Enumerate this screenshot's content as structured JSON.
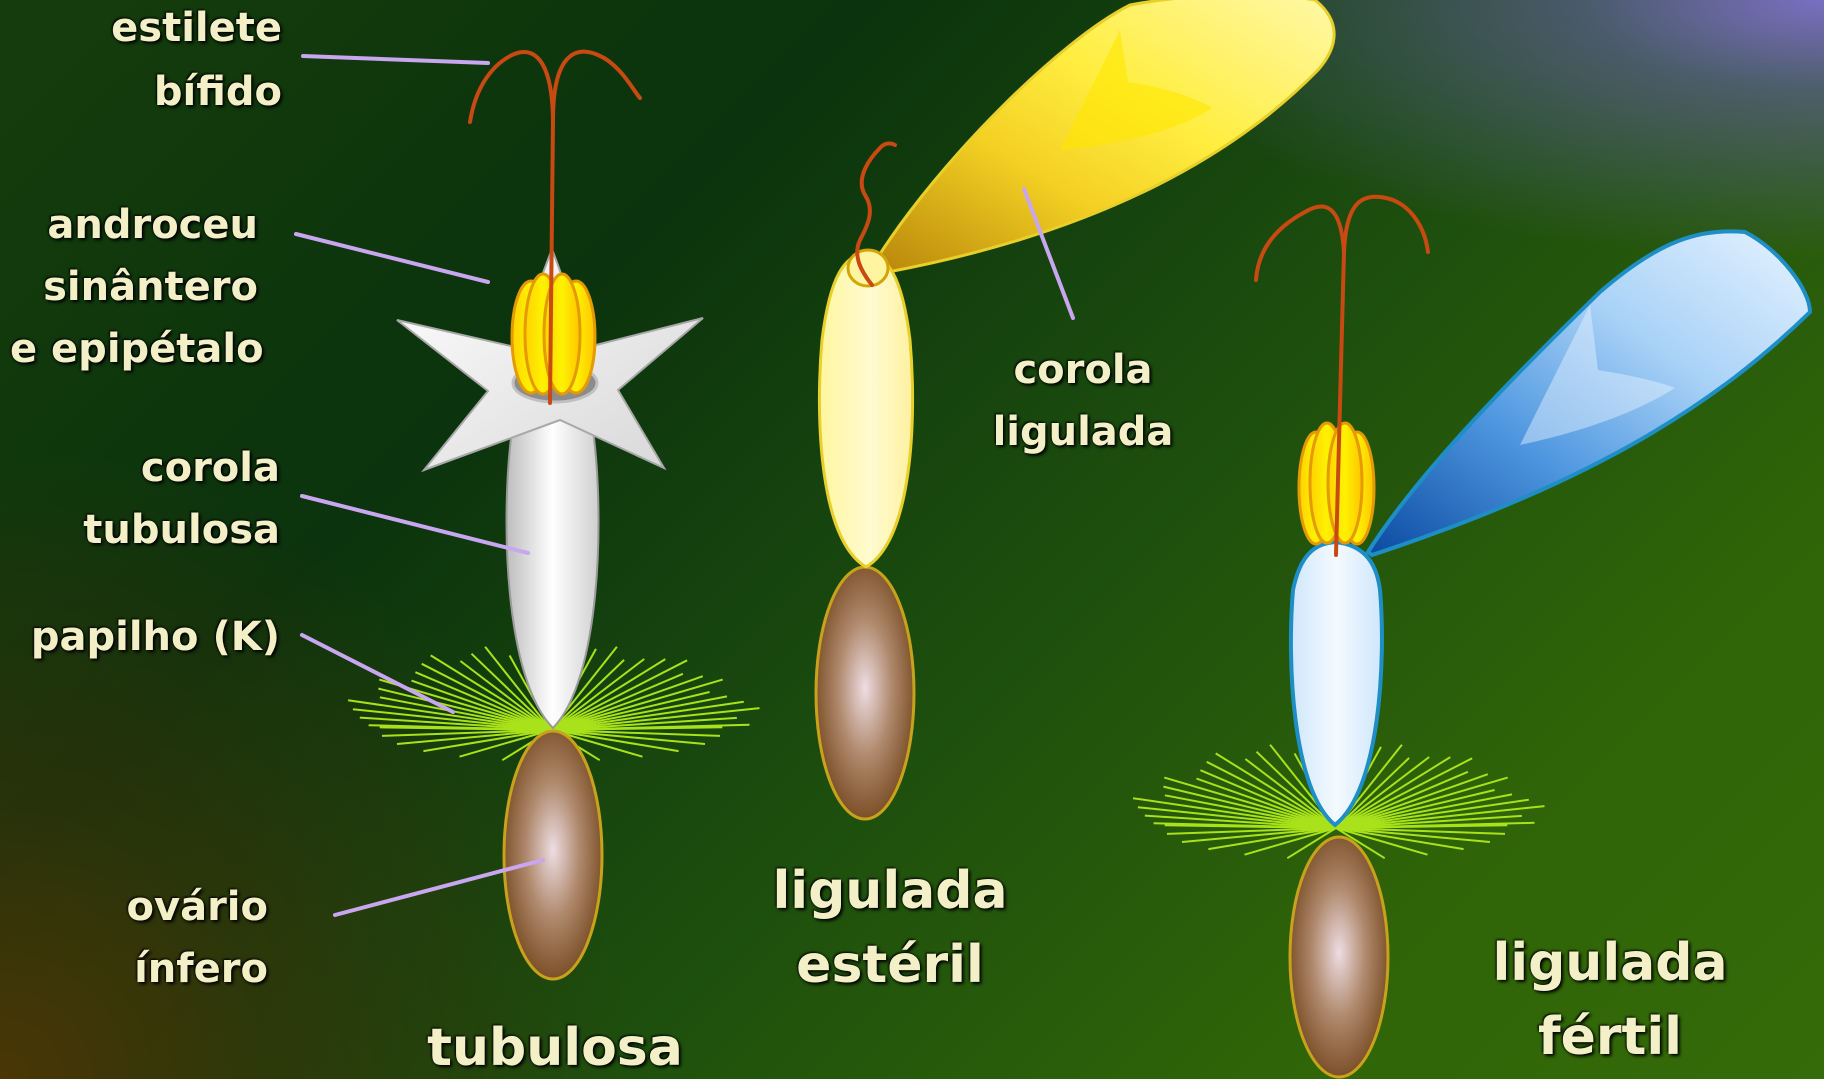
{
  "labels": {
    "estilete": [
      "estilete",
      "bífido"
    ],
    "androceu": [
      "androceu",
      "sinântero",
      "e epipétalo"
    ],
    "corola_tubulosa": [
      "corola",
      "tubulosa"
    ],
    "papilho": "papilho (K)",
    "ovario": [
      "ovário",
      "ínfero"
    ],
    "corola_ligulada": [
      "corola",
      "ligulada"
    ]
  },
  "captions": {
    "tubulosa": "tubulosa",
    "ligulada_esteril": [
      "ligulada",
      "estéril"
    ],
    "ligulada_fertil": [
      "ligulada",
      "fértil"
    ]
  },
  "colors": {
    "pointer": "#c9a6f0",
    "style_arm": "#c84a12",
    "anther": "#ffe000",
    "pappus": "#a9e21a",
    "ovary": "#8a5a2e",
    "yellow_ligule": "#fff28a",
    "blue_ligule": "#1a66c2",
    "white_corolla": "#f2f2f2"
  }
}
